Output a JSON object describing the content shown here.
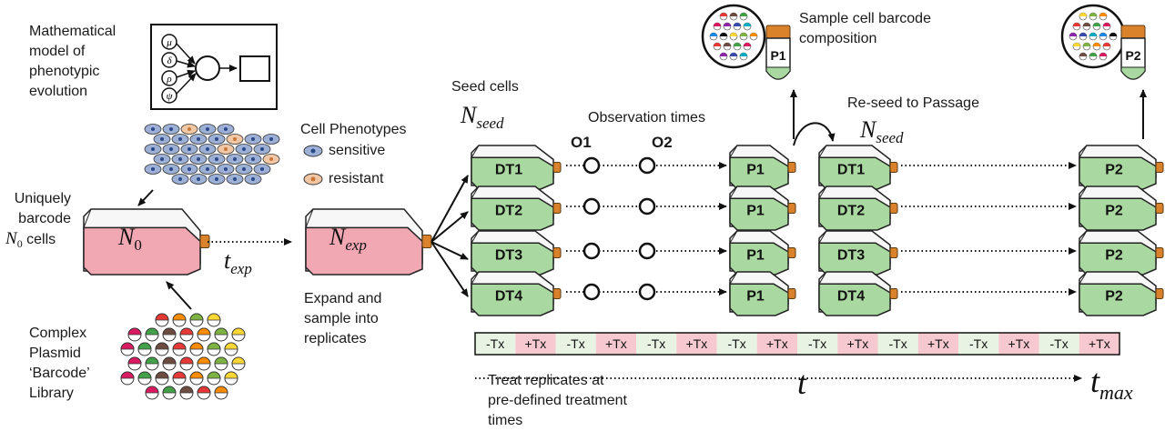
{
  "model": {
    "caption": "Mathematical\nmodel of\nphenotypic\nevolution",
    "params": [
      "μ",
      "δ",
      "ρ",
      "ψ"
    ]
  },
  "phenotypes": {
    "title": "Cell Phenotypes",
    "sensitive": "sensitive",
    "resistant": "resistant",
    "sensitive_color": "#9db0d6",
    "resistant_color": "#f2c7a5"
  },
  "barcode": {
    "uniquely": "Uniquely\nbarcode",
    "n0_cells_sym": "N",
    "n0_cells_sub": "0",
    "n0_cells_suffix": " cells"
  },
  "library": {
    "caption": "Complex\nPlasmid\n‘Barcode’\nLibrary"
  },
  "flask_n0": {
    "sym": "N",
    "sub": "0"
  },
  "texp": {
    "sym": "t",
    "sub": "exp"
  },
  "flask_nexp": {
    "sym": "N",
    "sub": "exp"
  },
  "expand": {
    "caption": "Expand and\nsample into\nreplicates"
  },
  "seed": {
    "caption": "Seed cells",
    "sym": "N",
    "sub": "seed"
  },
  "observation": {
    "title": "Observation times",
    "o1": "O1",
    "o2": "O2"
  },
  "reseed": {
    "caption": "Re-seed to Passage",
    "sym": "N",
    "sub": "seed"
  },
  "sample": {
    "caption": "Sample cell barcode\ncomposition"
  },
  "tubes": [
    "P1",
    "P2"
  ],
  "rows": [
    {
      "dt": "DT1",
      "p1": "P1",
      "dt2": "DT1",
      "p2": "P2"
    },
    {
      "dt": "DT2",
      "p1": "P1",
      "dt2": "DT2",
      "p2": "P2"
    },
    {
      "dt": "DT3",
      "p1": "P1",
      "dt2": "DT3",
      "p2": "P2"
    },
    {
      "dt": "DT4",
      "p1": "P1",
      "dt2": "DT4",
      "p2": "P2"
    }
  ],
  "treatment": [
    "-Tx",
    "+Tx",
    "-Tx",
    "+Tx",
    "-Tx",
    "+Tx",
    "-Tx",
    "+Tx",
    "-Tx",
    "+Tx",
    "-Tx",
    "+Tx",
    "-Tx",
    "+Tx",
    "-Tx",
    "+Tx"
  ],
  "treatment_colors": {
    "off": "#e8f3e4",
    "on": "#f6c9d0"
  },
  "treat_caption": "Treat replicates at\npre-defined treatment\ntimes",
  "time_axis": {
    "t": "t",
    "tmax_sym": "t",
    "tmax_sub": "max"
  },
  "colors": {
    "flask_green": "#a9d8a0",
    "flask_pink": "#f2a8b3",
    "cap_orange": "#d9822b"
  }
}
